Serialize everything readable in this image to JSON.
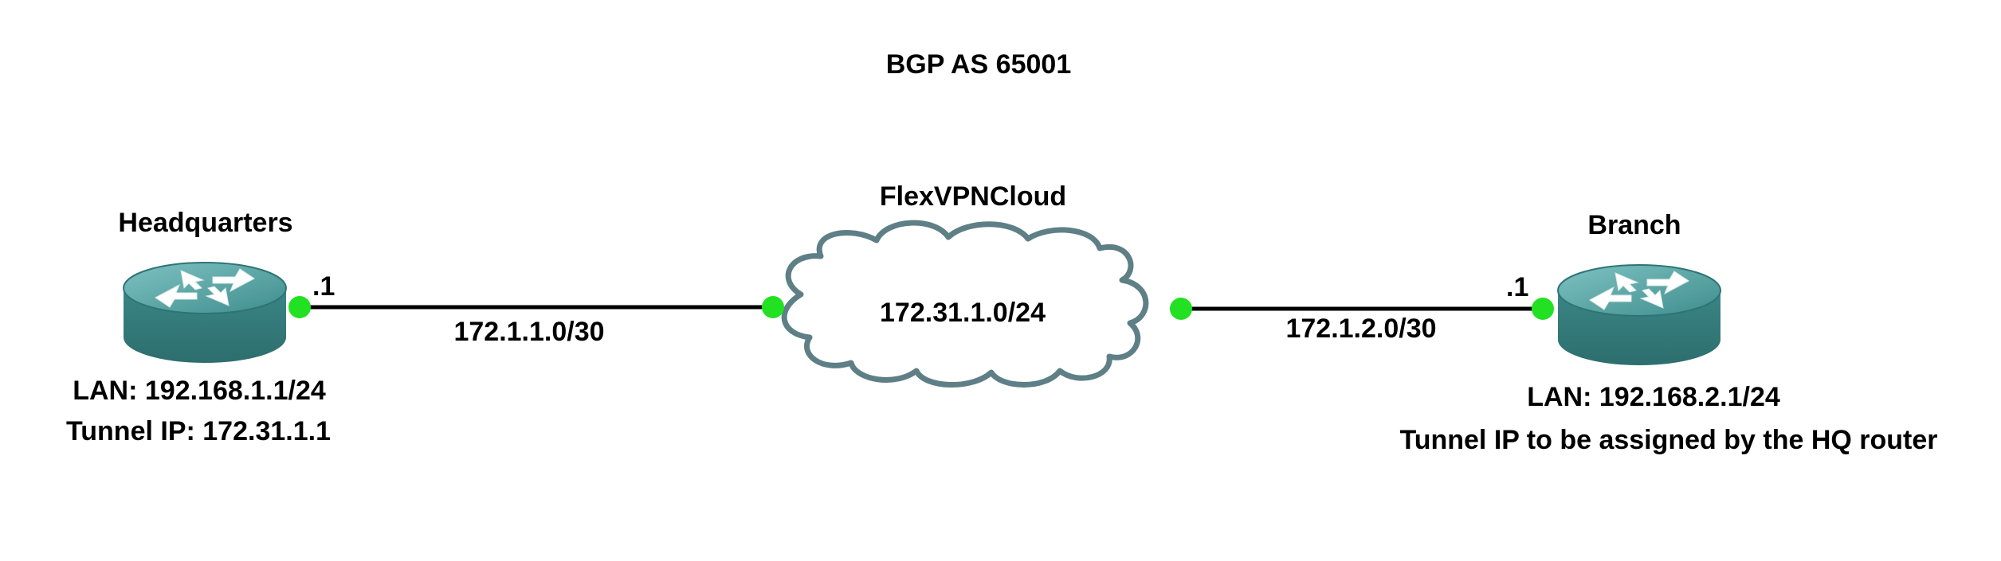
{
  "title": "BGP AS 65001",
  "cloud": {
    "name": "FlexVPNCloud",
    "subnet": "172.31.1.0/24"
  },
  "links": {
    "left_subnet": "172.1.1.0/30",
    "right_subnet": "172.1.2.0/30"
  },
  "headquarters": {
    "name": "Headquarters",
    "interface_host": ".1",
    "lan": "LAN: 192.168.1.1/24",
    "tunnel": "Tunnel IP: 172.31.1.1"
  },
  "branch": {
    "name": "Branch",
    "interface_host": ".1",
    "lan": "LAN: 192.168.2.1/24",
    "tunnel": "Tunnel IP to be assigned by the HQ router"
  },
  "colors": {
    "router_body": "#3e8a8a",
    "router_top": "#5aa6a6",
    "link": "#000000",
    "port": "#22e022",
    "cloud_stroke": "#5e7f86",
    "cloud_fill": "#ffffff"
  },
  "icons": {
    "router": "router-icon",
    "cloud": "cloud-icon",
    "port": "port-dot"
  }
}
